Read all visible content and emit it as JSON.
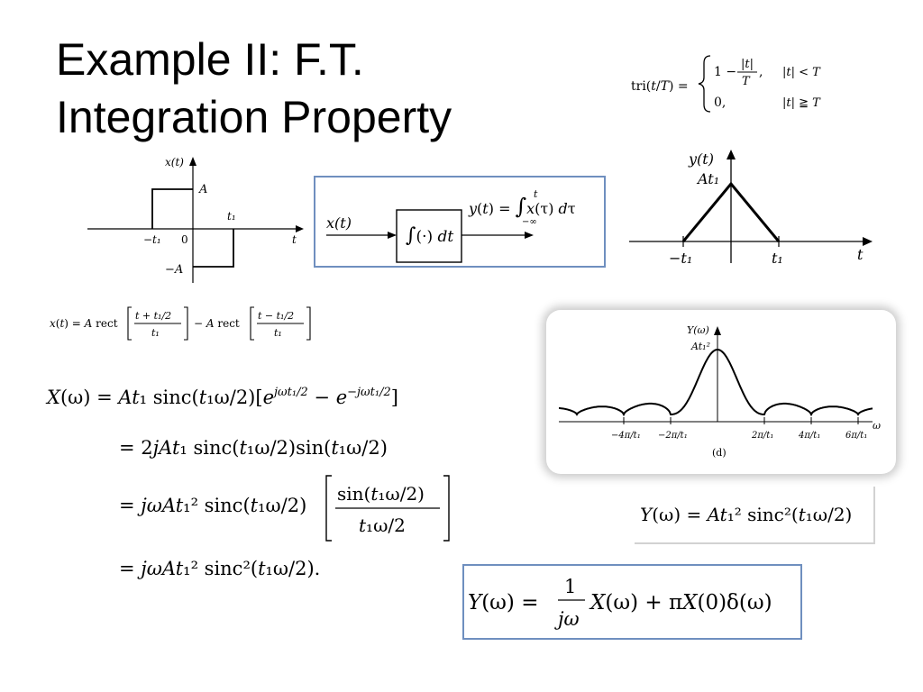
{
  "slide": {
    "title_line1": "Example II: F.T.",
    "title_line2": "Integration Property"
  },
  "tri_def": {
    "lhs": "tri(t/T) =",
    "case1_expr": "1 − |t|/T,",
    "case1_cond": "|t| < T",
    "case2_expr": "0,",
    "case2_cond": "|t| ≧ T"
  },
  "xt_plot": {
    "ylabel": "x(t)",
    "xlabel": "t",
    "level_pos": "A",
    "level_neg": "−A",
    "tick_neg": "−t₁",
    "tick_zero": "0",
    "tick_pos": "t₁"
  },
  "block_diagram": {
    "input": "x(t)",
    "block": "∫(·) dt",
    "output": "y(t) = ∫₋∞ᵗ x(τ) dτ"
  },
  "yt_plot": {
    "ylabel": "y(t)",
    "peak": "At₁",
    "xlabel": "t",
    "tick_neg": "−t₁",
    "tick_pos": "t₁"
  },
  "x_def": "x(t) = A rect[(t + t₁/2)/t₁] − A rect[(t − t₁/2)/t₁]",
  "derivation": {
    "line1": "X(ω) = At₁ sinc(t₁ω/2)[e^{jωt₁/2} − e^{−jωt₁/2}]",
    "line2": "= 2jAt₁ sinc(t₁ω/2)sin(t₁ω/2)",
    "line3": "= jωAt₁² sinc(t₁ω/2)[sin(t₁ω/2)/(t₁ω/2)]",
    "line4": "= jωAt₁² sinc²(t₁ω/2)."
  },
  "spectrum_plot": {
    "ylabel": "Y(ω)",
    "peak": "At₁²",
    "xlabel": "ω",
    "caption": "(d)",
    "ticks": [
      "−4π/t₁",
      "−2π/t₁",
      "2π/t₁",
      "4π/t₁",
      "6π/t₁"
    ]
  },
  "y_result": "Y(ω) = At₁² sinc²(t₁ω/2)",
  "integration_property": "Y(ω) = (1/jω)X(ω) + πX(0)δ(ω)",
  "colors": {
    "box_border": "#6f8fbf",
    "card_shadow": "#c9c9c9"
  }
}
